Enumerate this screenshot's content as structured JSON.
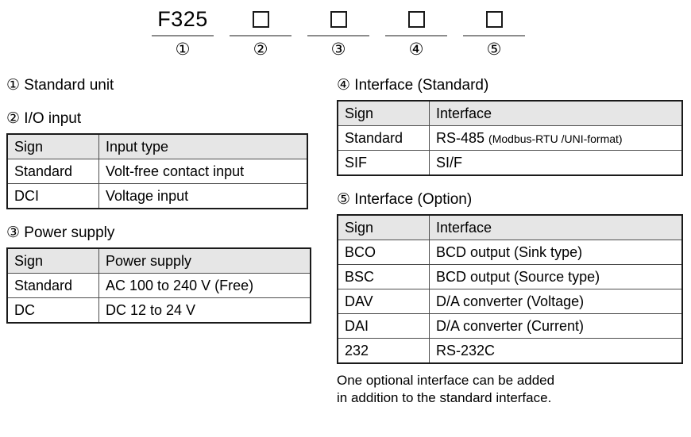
{
  "model_code": {
    "segments": [
      {
        "value": "F325",
        "type": "text",
        "marker": "①"
      },
      {
        "value": "",
        "type": "box",
        "marker": "②"
      },
      {
        "value": "",
        "type": "box",
        "marker": "③"
      },
      {
        "value": "",
        "type": "box",
        "marker": "④"
      },
      {
        "value": "",
        "type": "box",
        "marker": "⑤"
      }
    ]
  },
  "sections": {
    "standard_unit": {
      "title": "① Standard unit"
    },
    "io_input": {
      "title": "② I/O input",
      "headers": [
        "Sign",
        "Input type"
      ],
      "rows": [
        {
          "sign": "Standard",
          "desc": "Volt-free contact input"
        },
        {
          "sign": "DCI",
          "desc": "Voltage input"
        }
      ]
    },
    "power_supply": {
      "title": "③ Power supply",
      "headers": [
        "Sign",
        "Power supply"
      ],
      "rows": [
        {
          "sign": "Standard",
          "desc": "AC 100 to 240 V (Free)"
        },
        {
          "sign": "DC",
          "desc": "DC 12 to 24 V"
        }
      ]
    },
    "interface_standard": {
      "title": "④ Interface (Standard)",
      "headers": [
        "Sign",
        "Interface"
      ],
      "rows": [
        {
          "sign": "Standard",
          "desc": "RS-485",
          "desc_small": "(Modbus-RTU /UNI-format)"
        },
        {
          "sign": "SIF",
          "desc": "SI/F",
          "desc_small": ""
        }
      ]
    },
    "interface_option": {
      "title": "⑤ Interface (Option)",
      "headers": [
        "Sign",
        "Interface"
      ],
      "rows": [
        {
          "sign": "BCO",
          "desc": "BCD output (Sink type)"
        },
        {
          "sign": "BSC",
          "desc": "BCD output (Source type)"
        },
        {
          "sign": "DAV",
          "desc": "D/A converter (Voltage)"
        },
        {
          "sign": "DAI",
          "desc": "D/A converter (Current)"
        },
        {
          "sign": "232",
          "desc": "RS-232C"
        }
      ],
      "footnote_line1": "One optional interface can be added",
      "footnote_line2": "in addition to the standard interface."
    }
  },
  "colors": {
    "header_fill": "#e6e6e6",
    "table_border": "#1a1a1a",
    "cell_border": "#4d4d4d",
    "rule_gray": "#8c8c8c",
    "text": "#000000"
  }
}
